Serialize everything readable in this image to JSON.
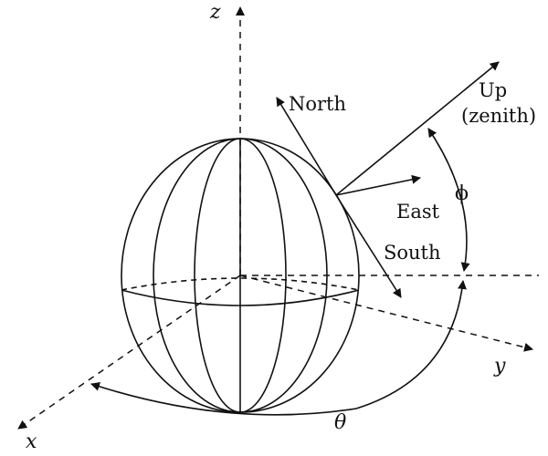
{
  "axes": {
    "x": "x",
    "y": "y",
    "z": "z"
  },
  "directions": {
    "north": "North",
    "up": "Up",
    "zenith": "(zenith)",
    "east": "East",
    "south": "South"
  },
  "angles": {
    "phi": "ϕ",
    "theta": "θ"
  }
}
